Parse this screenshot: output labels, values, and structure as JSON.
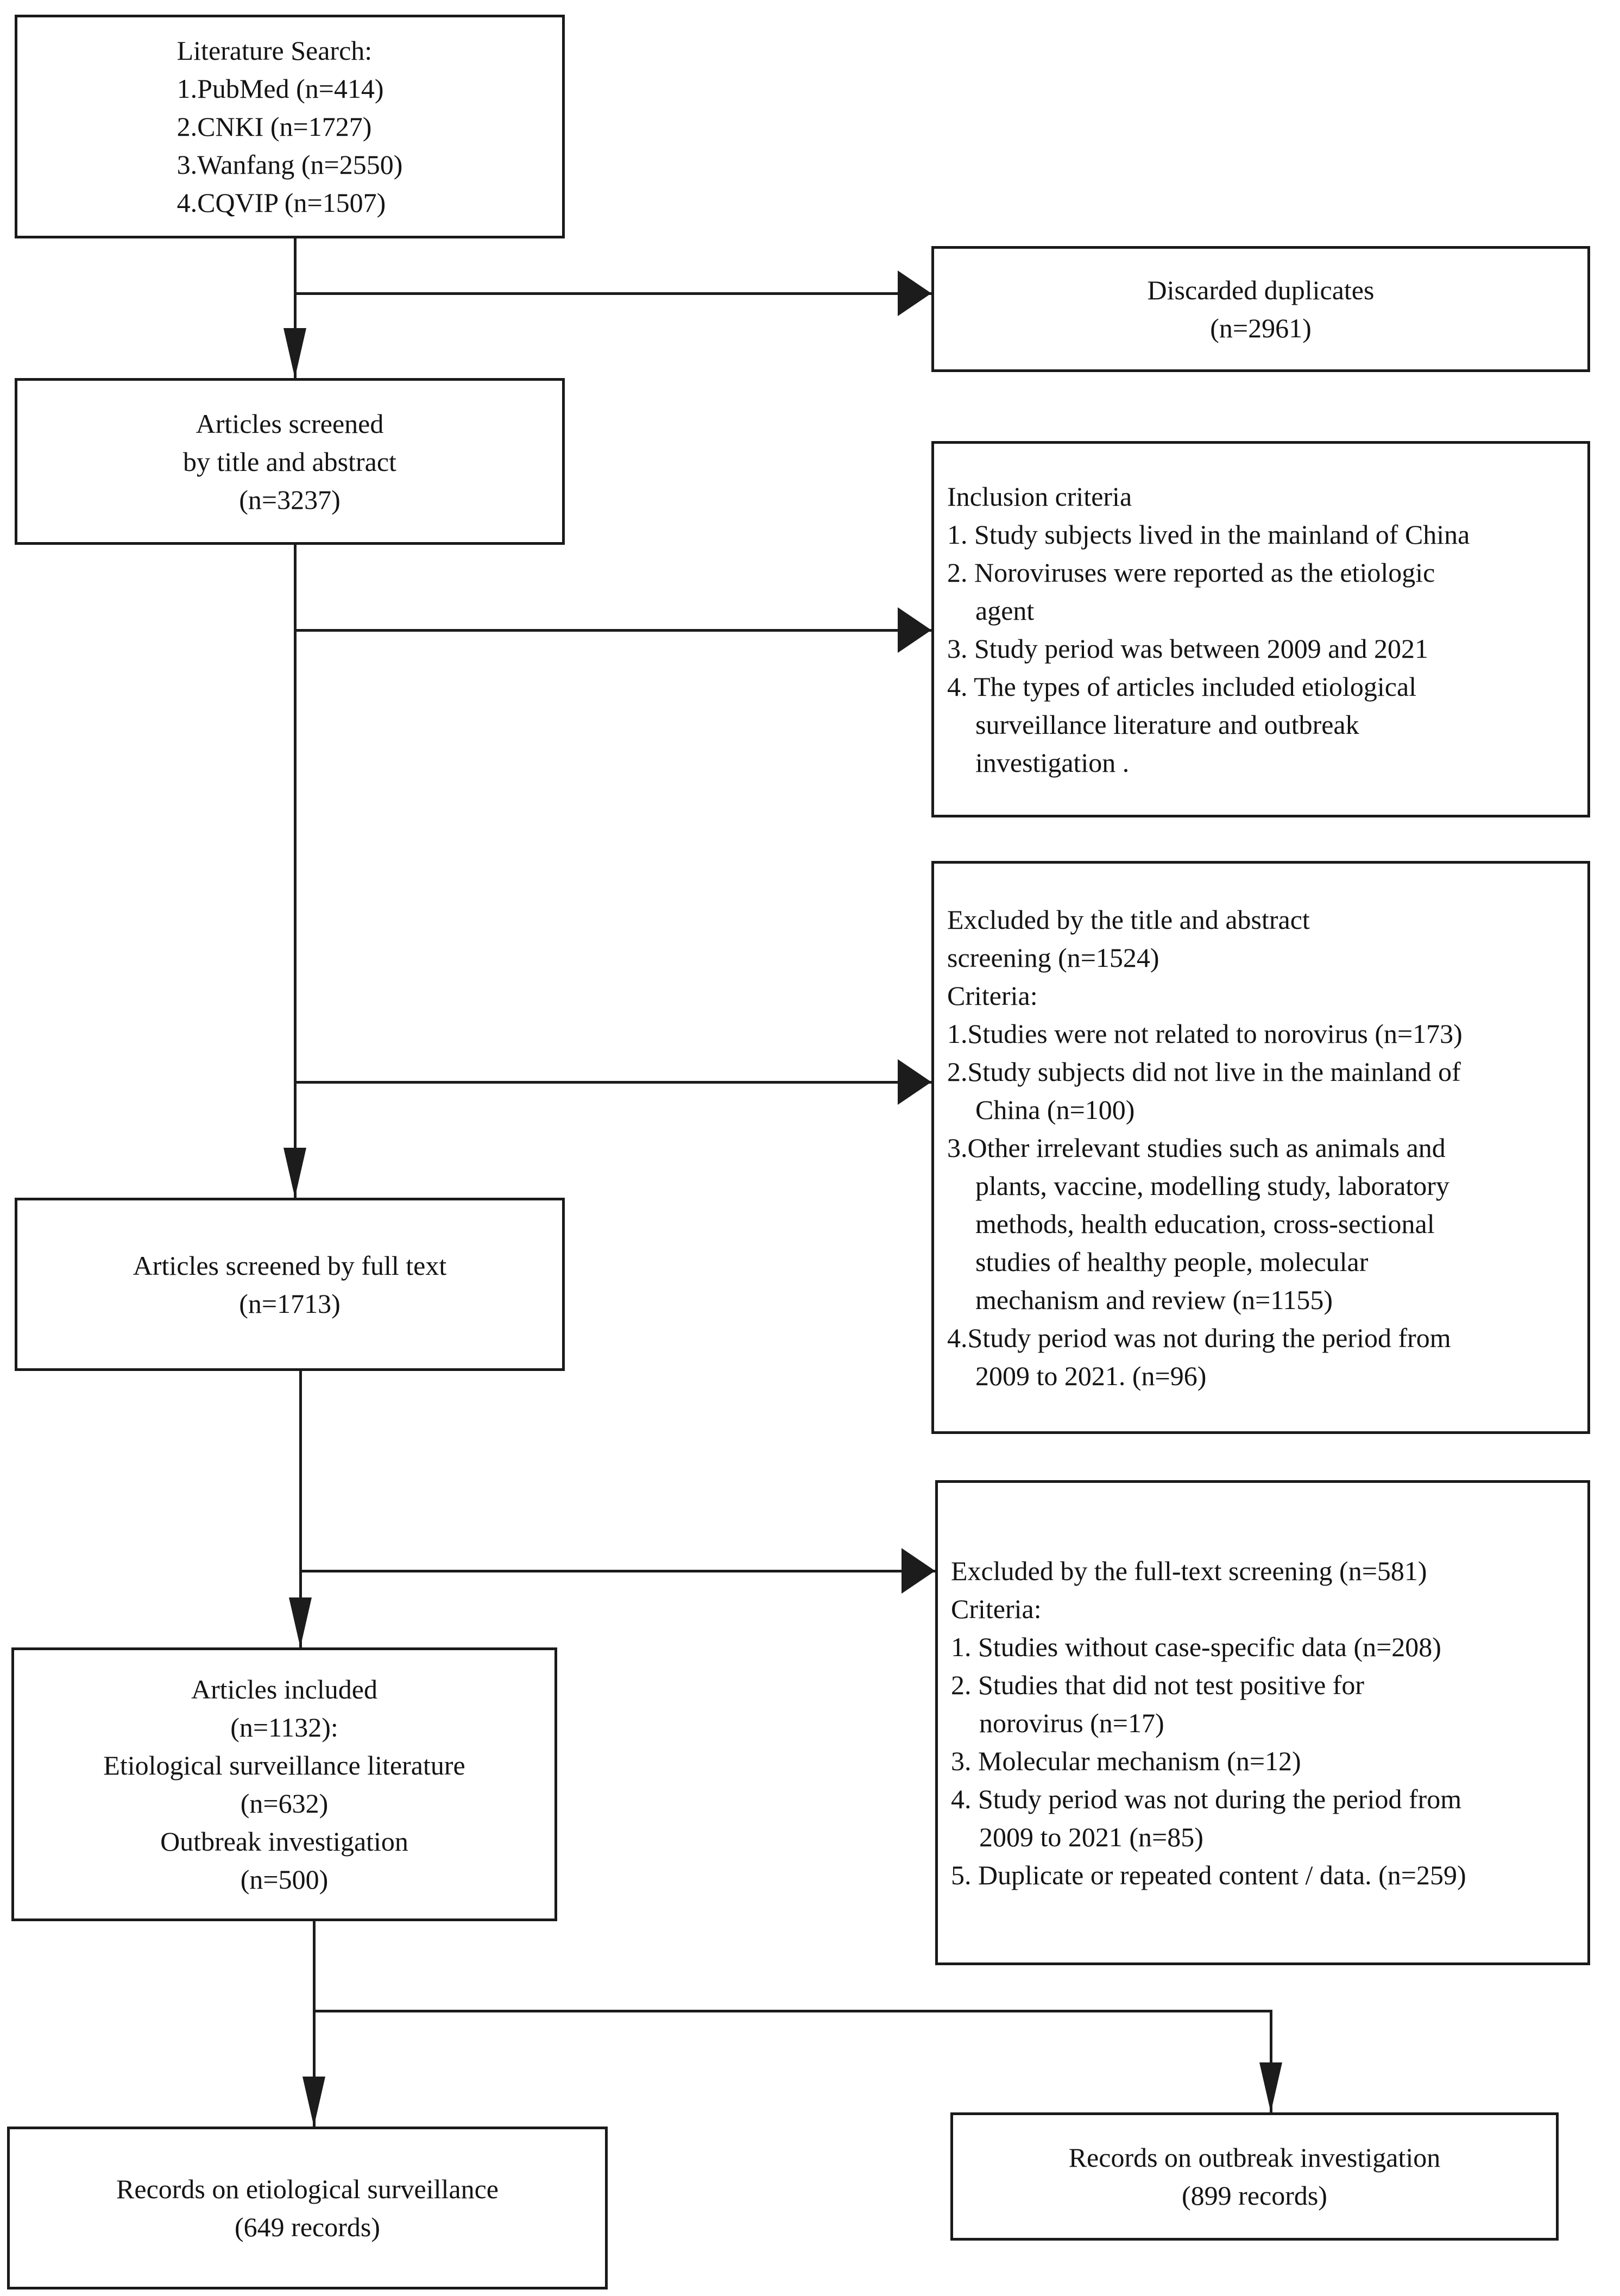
{
  "colors": {
    "line": "#1c1c1c",
    "border": "#1a1a1a",
    "background": "#ffffff",
    "text": "#141414"
  },
  "boxes": {
    "literature_search": {
      "lines": [
        "Literature Search:",
        "1.PubMed (n=414)",
        "2.CNKI (n=1727)",
        "3.Wanfang (n=2550)",
        "4.CQVIP (n=1507)"
      ]
    },
    "discarded_duplicates": {
      "lines": [
        "Discarded duplicates",
        "(n=2961)"
      ]
    },
    "screened_title_abstract": {
      "lines": [
        "Articles screened",
        "by title and abstract",
        "(n=3237)"
      ]
    },
    "inclusion_criteria": {
      "lines": [
        "Inclusion criteria",
        "1. Study subjects lived in the mainland of China",
        "2. Noroviruses were reported as the etiologic",
        "agent",
        "3. Study period was between 2009 and 2021",
        "4. The types of articles included etiological",
        "surveillance literature and outbreak",
        "investigation ."
      ]
    },
    "excluded_title_abstract": {
      "lines": [
        "Excluded by the title and abstract",
        "screening (n=1524)",
        "Criteria:",
        "1.Studies were not related to norovirus (n=173)",
        "2.Study subjects did not live in the mainland of",
        "China (n=100)",
        "3.Other irrelevant studies such as animals and",
        "plants, vaccine, modelling study, laboratory",
        "methods, health education, cross-sectional",
        "studies of healthy people, molecular",
        "mechanism and review (n=1155)",
        "4.Study period was not during the period from",
        "2009 to 2021. (n=96)"
      ]
    },
    "screened_full_text": {
      "lines": [
        "Articles screened by full text",
        "(n=1713)"
      ]
    },
    "excluded_full_text": {
      "lines": [
        "Excluded by the full-text screening (n=581)",
        "Criteria:",
        "1. Studies without case-specific data (n=208)",
        "2. Studies that did not test positive for",
        "norovirus (n=17)",
        "3. Molecular mechanism (n=12)",
        "4. Study period was not during the period from",
        "2009 to 2021 (n=85)",
        "5. Duplicate or repeated content / data. (n=259)"
      ]
    },
    "articles_included": {
      "lines": [
        "Articles included",
        "(n=1132):",
        "Etiological surveillance literature",
        "(n=632)",
        "Outbreak investigation",
        "(n=500)"
      ]
    },
    "records_etiological": {
      "lines": [
        "Records on etiological surveillance",
        "(649 records)"
      ]
    },
    "records_outbreak": {
      "lines": [
        "Records on outbreak investigation",
        "(899 records)"
      ]
    }
  }
}
